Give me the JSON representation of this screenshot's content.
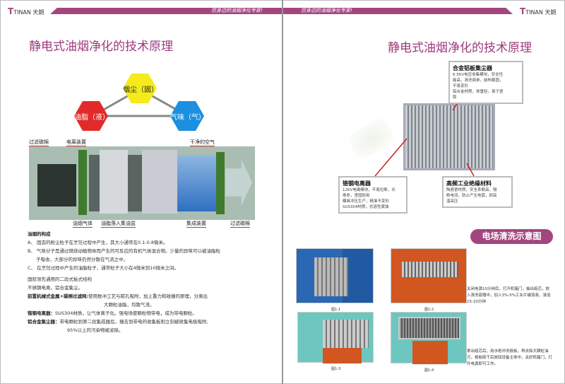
{
  "header": {
    "brand": "TINAN",
    "brand_cn": "天朗",
    "slogan": "您身边的油烟净化专家!"
  },
  "left": {
    "title": "静电式油烟净化的技术原理",
    "triangle": {
      "top": "烟尘（固）",
      "left": "油脂（液）",
      "right": "气味（气）"
    },
    "diagram_labels": {
      "filter_top": "过滤碳棉",
      "ionizer": "电离装置",
      "clean_air": "干净的空气",
      "oil_gas": "油烟气体",
      "oil_drop": "油脂落入集油盆",
      "collector": "集成装置",
      "filter_bottom": "过滤碳棉"
    },
    "composition": {
      "heading": "油烟的构成",
      "items": [
        "A、 固态的粉尘粒子在烹饪过程中产生，其大小通常在0.1-0.8微米。",
        "B、 气味分子是通过燃烧动植物体而产生的可反应的有机气体混合物。少量的异味可以被油脂粒",
        "子吸收，大部分的异味仍然分散在气流之中。",
        "C、 在烹饪过程中产生的油脂粒子，通常粒子大小在4微米到10微米之间。"
      ]
    },
    "structure": {
      "line1": "国际领先通用的二段式板式结构",
      "line2": "不锈钢电离，铝合金集尘。",
      "filter_label": "前置机械式金属+碳棉过滤网:",
      "filter_text": "使用数冲工艺与碳孔吸附，加上重力和碰撞的原理，分离出",
      "filter_text2": "大颗粒油脂，均散气流。",
      "ionizer_label": "铬钢电离器：",
      "ionizer_text": "SUS304材质，让气体离子化。强电场使颗粒物带电，成为带电颗粒。",
      "collector_label": "铝合金集尘器：",
      "collector_text": "带电颗粒到第二段集成器后，撞击到带电的收集板则立刻被收集电极吸附,",
      "collector_text2": "95%以上的污染物被滤除。"
    }
  },
  "right": {
    "title": "静电式油烟净化的技术原理",
    "boxes": [
      {
        "title": "合金铝板集尘器",
        "lines": [
          "6.5KV电压收集模块，安全性",
          "能高，清洗简单，结构稳固，",
          "不易变形",
          "铝合金材质，体重轻，易于提",
          "取"
        ]
      },
      {
        "title": "铬钢电离器",
        "lines": [
          "12KV电离模块，不易拉断，长",
          "寿命，坚固耐用",
          "模具冲压生产，精准不变形",
          "SUS304材质，抗溶性腐蚀"
        ]
      },
      {
        "title": "高频工业绝缘材料",
        "lines": [
          "陶瓷瓷材质，安全系数高，隔",
          "断电流，防止产生电弧，耐高",
          "温高压"
        ]
      }
    ],
    "section_title": "电场清洗示意图",
    "captions": [
      "图1-1",
      "图1-2",
      "图1-3",
      "图1-4"
    ],
    "step1": "关闭电源10分钟后，打开机箱门，抽出组芯，放入清洗容器中，加入3%-5%工业片碱溶液，浸泡15-20分钟",
    "step2": "拿出组芯后，用水枪冲洗极板，再去除大颗粒油污，极板晾干后放回设备主体中，关好机箱门，打开电源即可工作。"
  }
}
